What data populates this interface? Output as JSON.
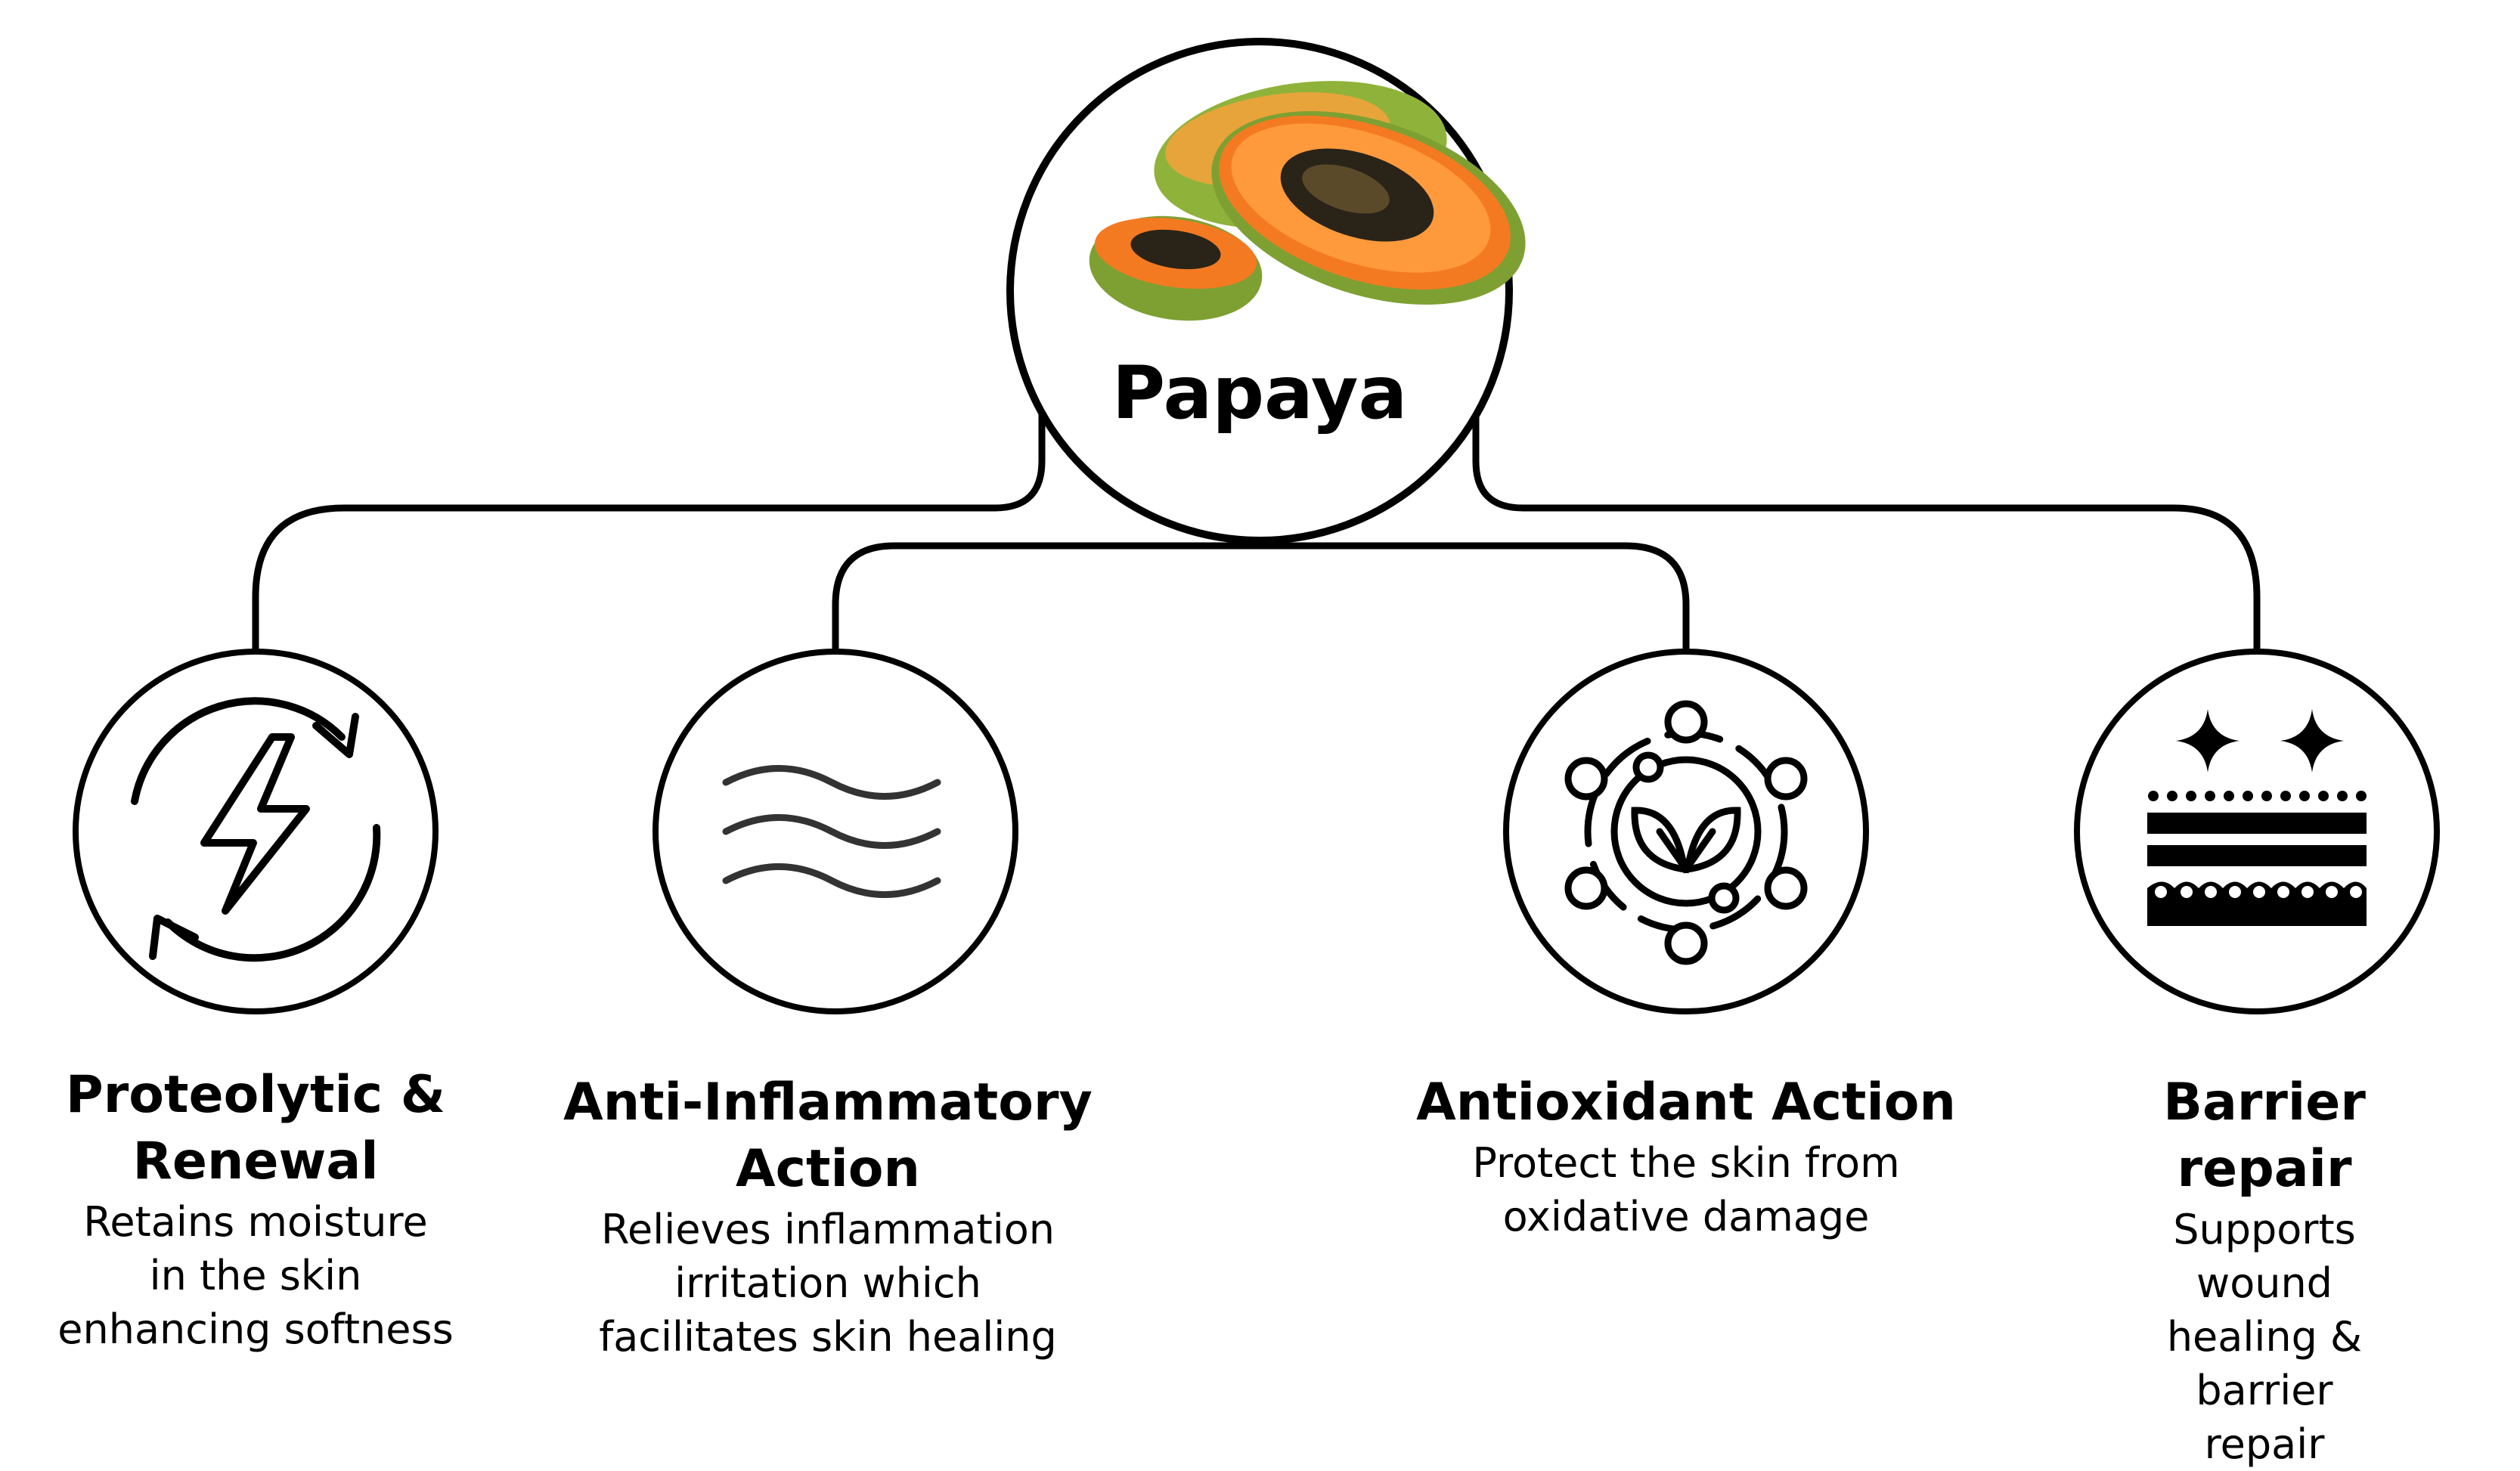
{
  "center": {
    "title": "Papaya",
    "image": "papaya-fruit"
  },
  "nodes": [
    {
      "title_lines": [
        "Proteolytic &",
        "Renewal"
      ],
      "desc_lines": [
        "Retains moisture",
        "in the skin",
        "enhancing softness"
      ],
      "icon": "renewal-lightning-icon"
    },
    {
      "title_lines": [
        "Anti-Inflammatory",
        "Action"
      ],
      "desc_lines": [
        "Relieves inflammation",
        "irritation which",
        "facilitates skin healing"
      ],
      "icon": "waves-icon"
    },
    {
      "title_lines": [
        "Antioxidant Action"
      ],
      "desc_lines": [
        "Protect the skin from",
        "oxidative damage"
      ],
      "icon": "antioxidant-leaf-icon"
    },
    {
      "title_lines": [
        "Barrier repair"
      ],
      "desc_lines": [
        "Supports wound",
        "healing & barrier",
        "repair"
      ],
      "icon": "skin-barrier-icon"
    }
  ],
  "colors": {
    "line": "#000000",
    "papaya_flesh": "#f47a22",
    "papaya_skin": "#8fb33a",
    "papaya_seeds": "#2a2418"
  }
}
